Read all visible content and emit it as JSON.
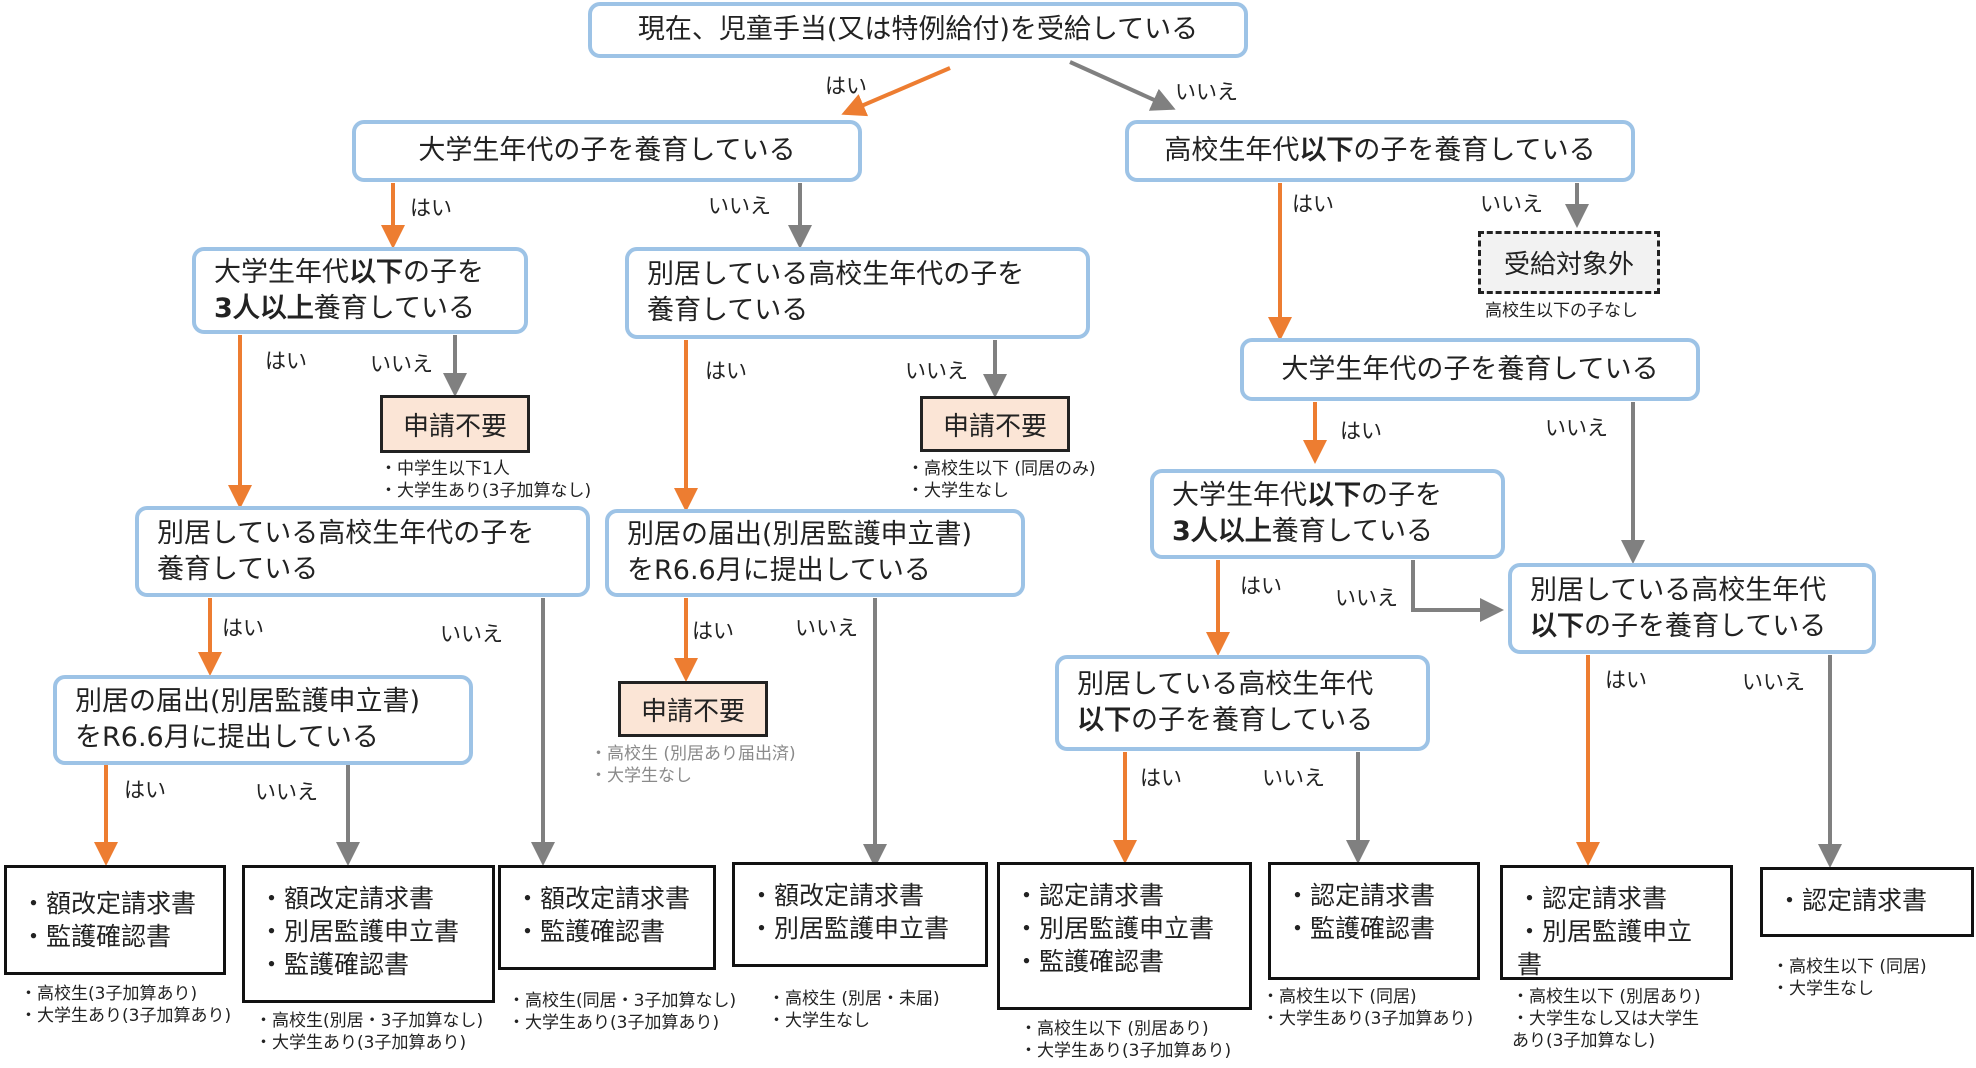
{
  "colors": {
    "box_border": "#9dc3e6",
    "yes_arrow": "#ed7d31",
    "no_arrow": "#808080",
    "not_required_fill": "#fbe5d6",
    "excluded_fill": "#f2f2f2"
  },
  "questions": {
    "q_root": "現在、児童手当(又は特例給付)を受給している",
    "q_univ": "大学生年代の子を養育している",
    "q_hs_or_below": {
      "pre": "高校生年代",
      "bold": "以下",
      "post": "の子を養育している"
    },
    "q_three_a": {
      "l1_pre": "大学生年代",
      "l1_bold": "以下",
      "l1_post": "の子を",
      "l2_bold": "3人以上",
      "l2_post": "養育している"
    },
    "q_sep_hs_a": "別居している高校生年代の子を\n養育している",
    "q_sep_hs_b": "別居している高校生年代の子を\n養育している",
    "q_filed_a": "別居の届出(別居監護申立書)\nをR6.6月に提出している",
    "q_filed_b": "別居の届出(別居監護申立書)\nをR6.6月に提出している",
    "q_univ_r": "大学生年代の子を養育している",
    "q_three_r": {
      "l1_pre": "大学生年代",
      "l1_bold": "以下",
      "l1_post": "の子を",
      "l2_bold": "3人以上",
      "l2_post": "養育している"
    },
    "q_sep_below_a": {
      "l1": "別居している高校生年代",
      "l2_bold": "以下",
      "l2_post": "の子を養育している"
    },
    "q_sep_below_b": {
      "l1": "別居している高校生年代",
      "l2_bold": "以下",
      "l2_post": "の子を養育している"
    }
  },
  "terminals": {
    "not_required_1": "申請不要",
    "not_required_2": "申請不要",
    "not_required_3": "申請不要",
    "excluded": "受給対象外"
  },
  "notes": {
    "excluded": "高校生以下の子なし",
    "nr1": "・中学生以下1人\n・大学生あり(3子加算なし)",
    "nr2": "・高校生以下 (同居のみ)\n・大学生なし",
    "nr3": "・高校生 (別居あり届出済)\n・大学生なし",
    "r1": "・高校生(3子加算あり)\n・大学生あり(3子加算あり)",
    "r2": "・高校生(別居・3子加算なし)\n・大学生あり(3子加算あり)",
    "r3": "・高校生(同居・3子加算なし)\n・大学生あり(3子加算あり)",
    "r4": "・高校生 (別居・未届)\n・大学生なし",
    "r5": "・高校生以下 (別居あり)\n・大学生あり(3子加算あり)",
    "r6": "・高校生以下 (同居)\n・大学生あり(3子加算あり)",
    "r7": "・高校生以下 (別居あり)\n・大学生なし又は大学生\n  あり(3子加算なし)",
    "r8": "・高校生以下 (同居)\n・大学生なし"
  },
  "results": {
    "r1": "・額改定請求書\n・監護確認書",
    "r2": "・額改定請求書\n・別居監護申立書\n・監護確認書",
    "r3": "・額改定請求書\n・監護確認書",
    "r4": "・額改定請求書\n・別居監護申立書",
    "r5": "・認定請求書\n・別居監護申立書\n・監護確認書",
    "r6": "・認定請求書\n・監護確認書",
    "r7": "・認定請求書\n・別居監護申立書",
    "r8": "・認定請求書"
  },
  "labels": {
    "yes": "はい",
    "no": "いいえ"
  }
}
